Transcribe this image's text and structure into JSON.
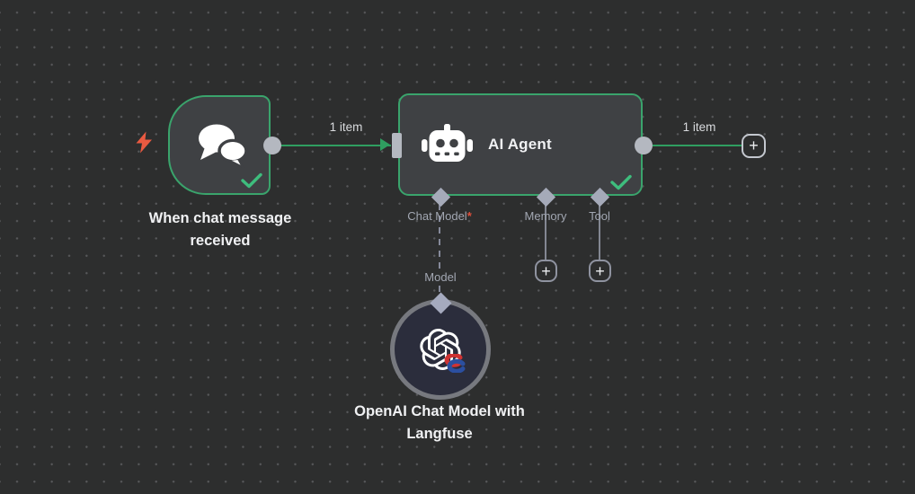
{
  "colors": {
    "canvas_bg": "#2d2e2e",
    "node_fill": "#3f4144",
    "success_border_green": "#3aa46c",
    "edge_green": "#2f9e60",
    "check_green": "#3ebd7d",
    "endpoint_gray": "#b4b8c0",
    "sub_edge_gray": "#838792",
    "port_label_gray": "#a2a7b2",
    "required_red": "#e0503c",
    "trigger_bolt_orange": "#ea5a41",
    "model_node_fill": "#2b2d3c",
    "model_node_ring": "#77797f",
    "title_white": "#f0f1f3"
  },
  "edges": {
    "trigger_to_agent": {
      "label": "1 item"
    },
    "agent_output": {
      "label": "1 item"
    },
    "chat_model": {
      "label": "Model"
    }
  },
  "nodes": {
    "trigger": {
      "title": "When chat message received"
    },
    "agent": {
      "title": "AI Agent",
      "ports": [
        {
          "label": "Chat Model",
          "required_marker": "*"
        },
        {
          "label": "Memory"
        },
        {
          "label": "Tool"
        }
      ]
    },
    "model": {
      "title": "OpenAI Chat Model with Langfuse"
    }
  },
  "buttons": {
    "plus": "+"
  }
}
